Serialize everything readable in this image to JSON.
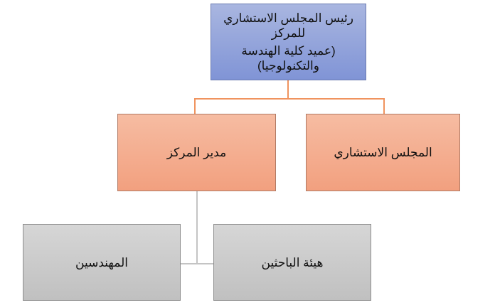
{
  "top": {
    "line1": "رئيس المجلس الاستشاري للمركز",
    "line2": "(عميد كلية الهندسة والتكنولوجيا)"
  },
  "level2": {
    "center_director": "مدير المركز",
    "advisory_council": "المجلس الاستشاري"
  },
  "level3": {
    "engineers": "المهندسين",
    "researchers": "هيئة الباحثين"
  },
  "colors": {
    "top": "#8a9dd9",
    "level2": "#f4ad90",
    "level3": "#cbcbcb",
    "connector_orange": "#f0935e",
    "connector_gray": "#c4c4c4"
  }
}
